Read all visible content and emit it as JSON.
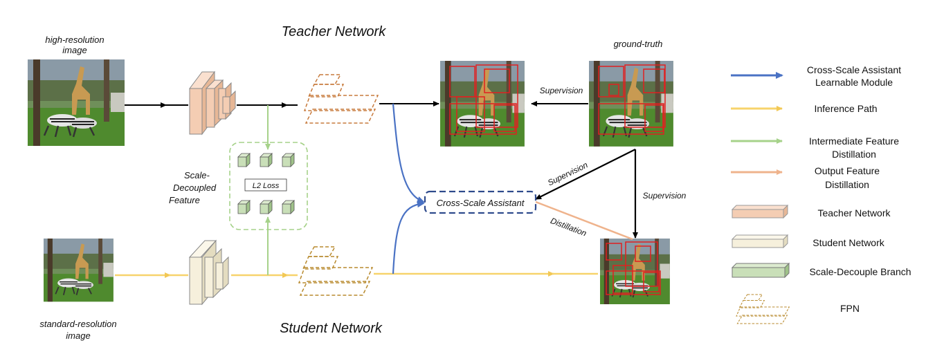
{
  "titles": {
    "teacher": "Teacher Network",
    "student": "Student Network"
  },
  "inputs": {
    "high_res_line1": "high-resolution",
    "high_res_line2": "image",
    "std_res_line1": "standard-resolution",
    "std_res_line2": "image",
    "ground_truth": "ground-truth"
  },
  "scale_decoupled": {
    "line1": "Scale-",
    "line2": "Decoupled",
    "line3": "Feature",
    "loss": "L2 Loss"
  },
  "assistant": {
    "label": "Cross-Scale Assistant"
  },
  "edge_labels": {
    "supervision_top": "Supervision",
    "supervision_diag": "Supervision",
    "supervision_right": "Supervision",
    "distillation": "Distillation"
  },
  "legend": {
    "cross_scale_1": "Cross-Scale Assistant",
    "cross_scale_2": "Learnable Module",
    "inference": "Inference Path",
    "intermediate_1": "Intermediate Feature",
    "intermediate_2": "Distillation",
    "output_1": "Output Feature",
    "output_2": "Distillation",
    "teacher": "Teacher Network",
    "student": "Student Network",
    "branch": "Scale-Decouple Branch",
    "fpn": "FPN"
  },
  "colors": {
    "blue": "#4a72c4",
    "yellow": "#f7d36b",
    "green": "#a6d28a",
    "orange": "#efb38c",
    "teacher_fill": "#f4cdb3",
    "student_fill": "#f6f0dc",
    "branch_fill": "#c9dfb8",
    "fpn_teacher": "#c77a3c",
    "fpn_student": "#b88a2e",
    "bbox": "#e02020",
    "assistant_border": "#2e4a8c"
  }
}
